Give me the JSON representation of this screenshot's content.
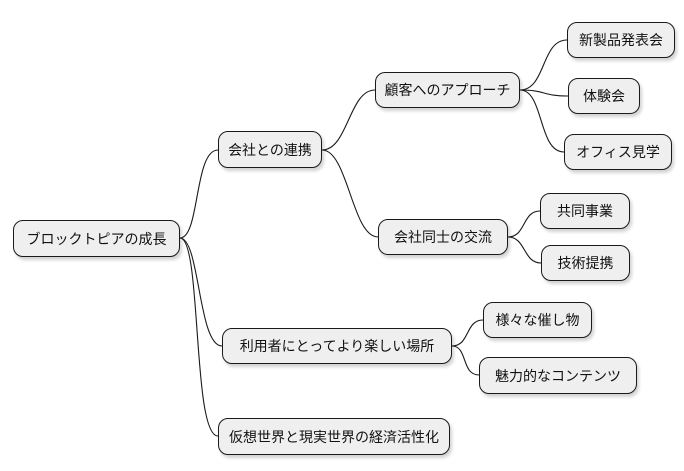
{
  "diagram": {
    "kind": "mindmap",
    "background_color": "#ffffff",
    "node_fill_color": "#efefef",
    "node_border_color": "#1a1a1a",
    "connector_color": "#1a1a1a"
  },
  "mindmap": {
    "root": {
      "label": "ブロックトピアの成長",
      "children": [
        {
          "label": "会社との連携",
          "children": [
            {
              "label": "顧客へのアプローチ",
              "children": [
                {
                  "label": "新製品発表会",
                  "children": []
                },
                {
                  "label": "体験会",
                  "children": []
                },
                {
                  "label": "オフィス見学",
                  "children": []
                }
              ]
            },
            {
              "label": "会社同士の交流",
              "children": [
                {
                  "label": "共同事業",
                  "children": []
                },
                {
                  "label": "技術提携",
                  "children": []
                }
              ]
            }
          ]
        },
        {
          "label": "利用者にとってより楽しい場所",
          "children": [
            {
              "label": "様々な催し物",
              "children": []
            },
            {
              "label": "魅力的なコンテンツ",
              "children": []
            }
          ]
        },
        {
          "label": "仮想世界と現実世界の経済活性化",
          "children": []
        }
      ]
    }
  }
}
